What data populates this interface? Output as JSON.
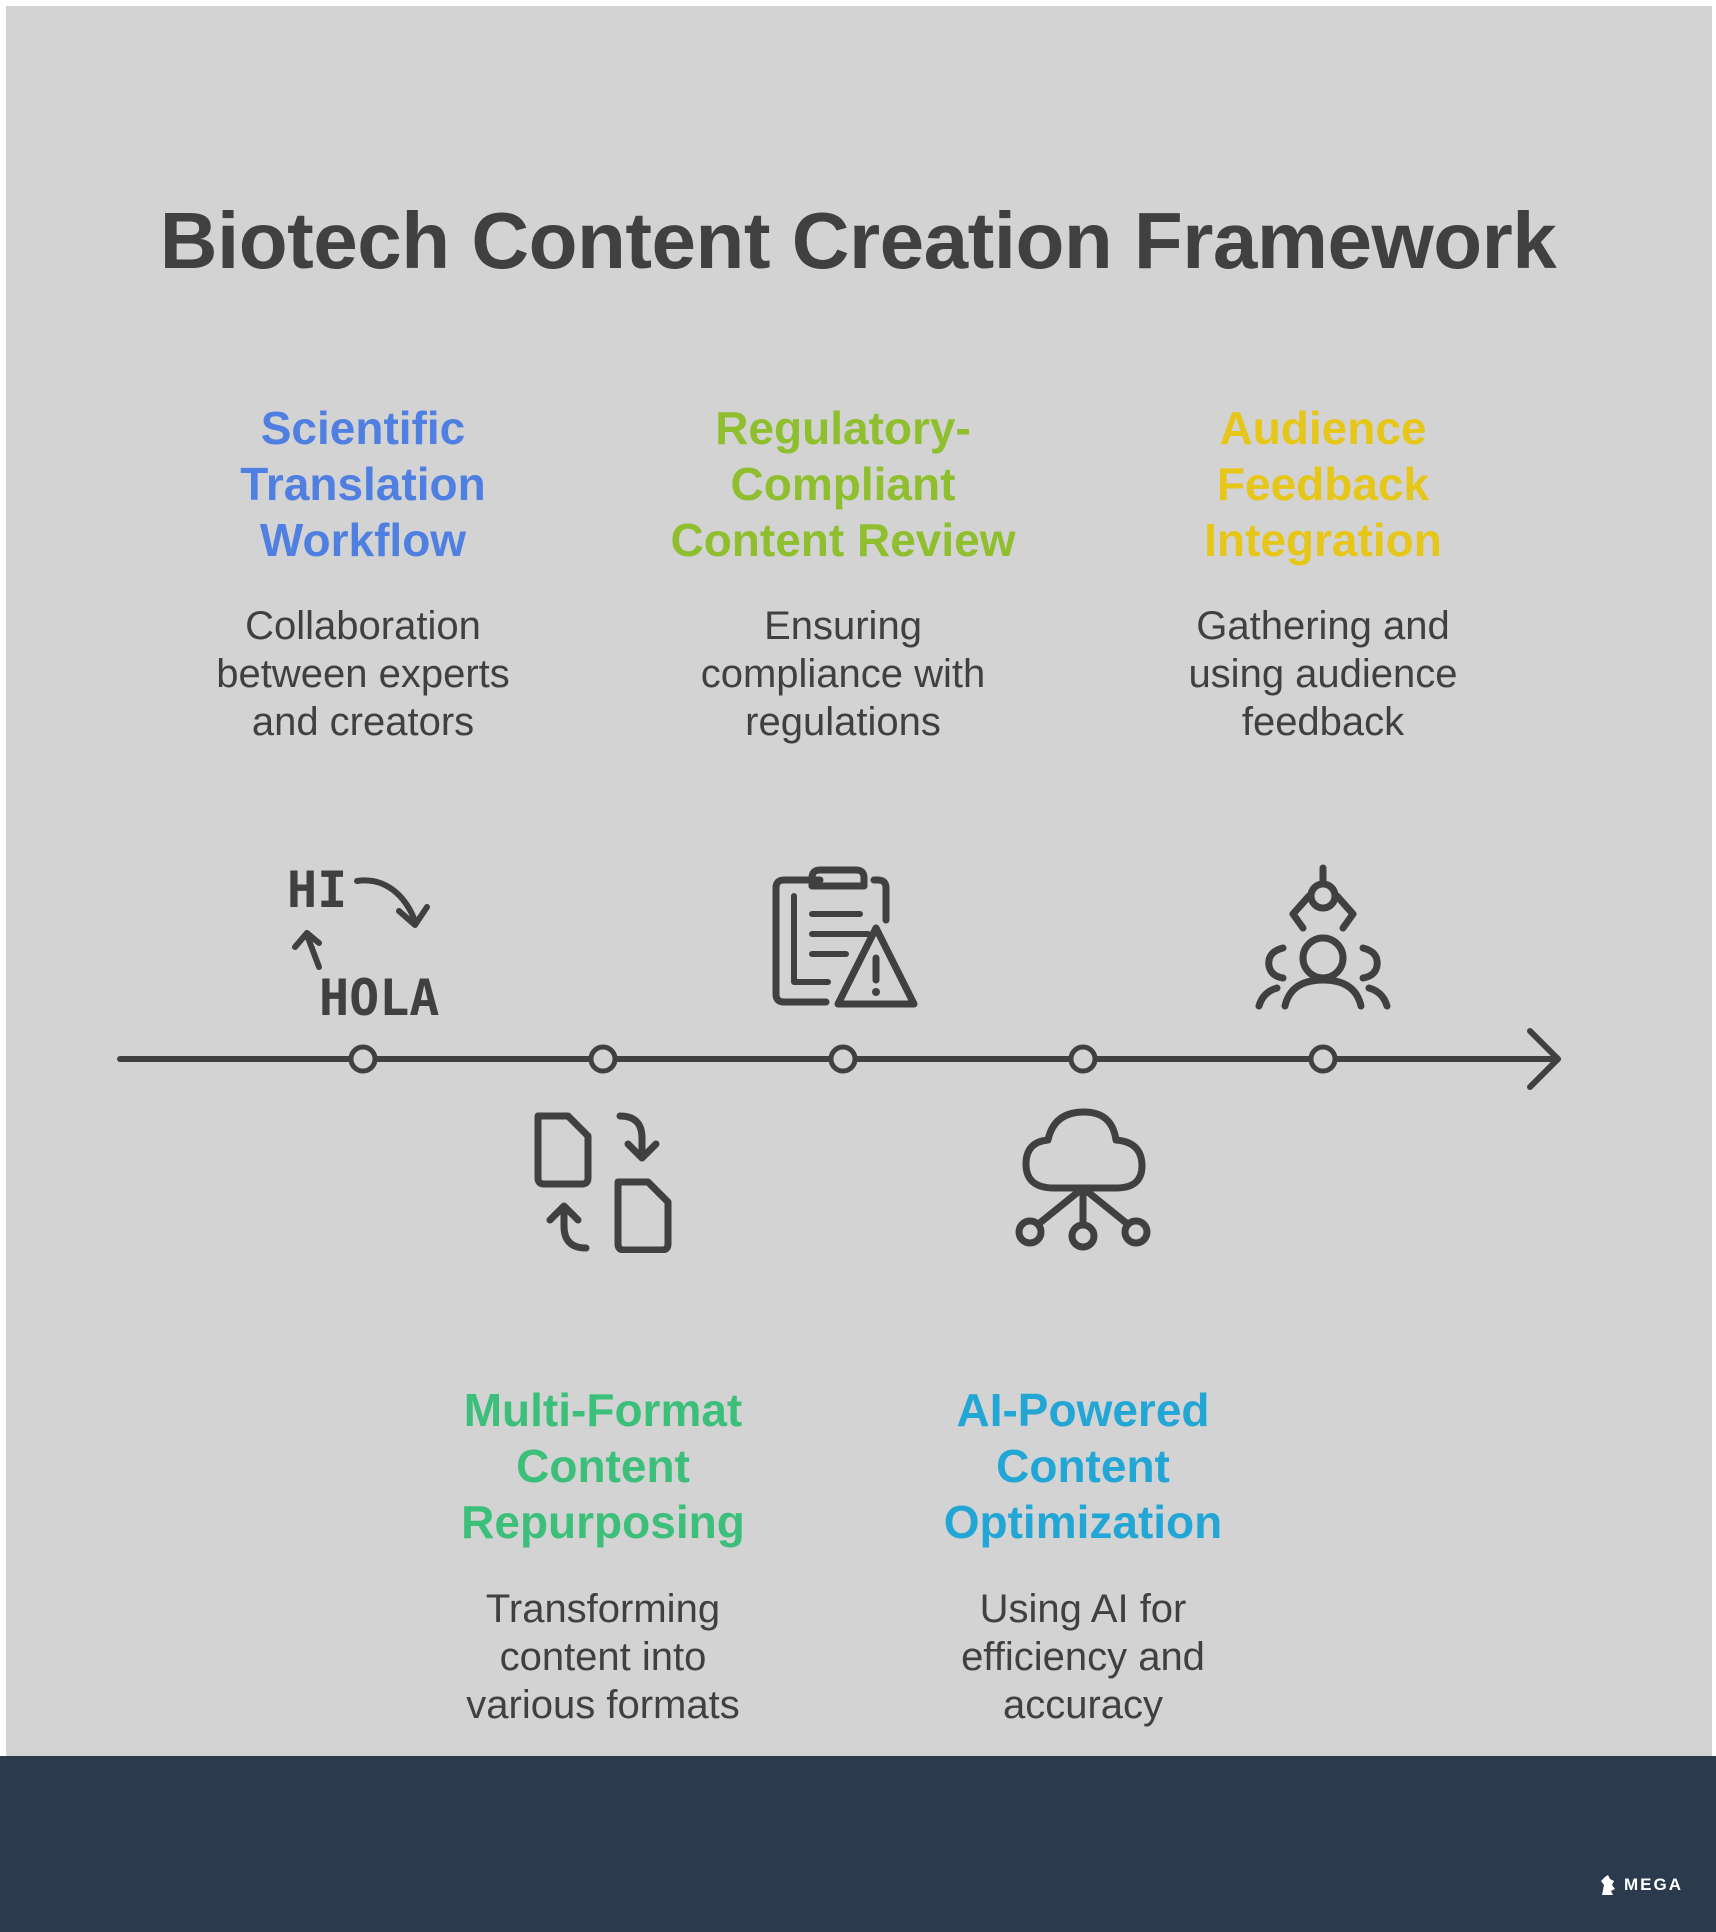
{
  "title": "Biotech Content Creation Framework",
  "colors": {
    "background": "#d3d3d3",
    "footer": "#2b3a4d",
    "text": "#404040",
    "line": "#404040"
  },
  "steps": [
    {
      "title_lines": [
        "Scientific",
        "Translation",
        "Workflow"
      ],
      "description_lines": [
        "Collaboration",
        "between experts",
        "and creators"
      ],
      "color": "#4f80e1",
      "icon": "translation-icon",
      "icon_text_top": "HI",
      "icon_text_bottom": "HOLA"
    },
    {
      "title_lines": [
        "Multi-Format",
        "Content",
        "Repurposing"
      ],
      "description_lines": [
        "Transforming",
        "content into",
        "various formats"
      ],
      "color": "#3cbf7a",
      "icon": "document-swap-icon"
    },
    {
      "title_lines": [
        "Regulatory-",
        "Compliant",
        "Content Review"
      ],
      "description_lines": [
        "Ensuring",
        "compliance with",
        "regulations"
      ],
      "color": "#8fbf2e",
      "icon": "clipboard-warning-icon"
    },
    {
      "title_lines": [
        "AI-Powered",
        "Content",
        "Optimization"
      ],
      "description_lines": [
        "Using AI for",
        "efficiency and",
        "accuracy"
      ],
      "color": "#22a6d6",
      "icon": "cloud-network-icon"
    },
    {
      "title_lines": [
        "Audience",
        "Feedback",
        "Integration"
      ],
      "description_lines": [
        "Gathering and",
        "using audience",
        "feedback"
      ],
      "color": "#e6c619",
      "icon": "audience-icon"
    }
  ],
  "footer": {
    "brand": "MEGA"
  }
}
